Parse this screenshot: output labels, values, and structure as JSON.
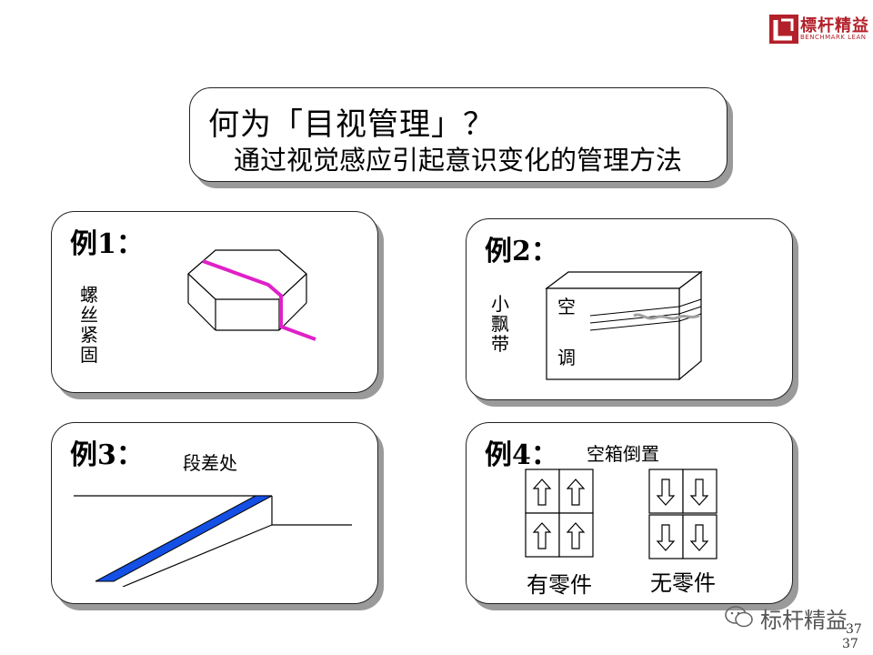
{
  "brand": {
    "name_cn": "標杆精益",
    "name_en": "BENCHMARK LEAN",
    "color": "#b3202a"
  },
  "header": {
    "title": "何为「目视管理」？",
    "subtitle": "通过视觉感应引起意识变化的管理方法"
  },
  "examples": [
    {
      "label": "例1：",
      "caption": "螺丝紧固"
    },
    {
      "label": "例2：",
      "caption": "小飘带",
      "side_top": "空",
      "side_bottom": "调"
    },
    {
      "label": "例3：",
      "caption": "段差处"
    },
    {
      "label": "例4：",
      "caption": "空箱倒置",
      "left_caption": "有零件",
      "right_caption": "无零件"
    }
  ],
  "watermark": "标杆精益",
  "page_numbers": [
    "37",
    "37"
  ],
  "colors": {
    "marker_magenta": "#e020c8",
    "step_blue": "#1450e6",
    "ribbon_gray": "#a0a0a0"
  }
}
